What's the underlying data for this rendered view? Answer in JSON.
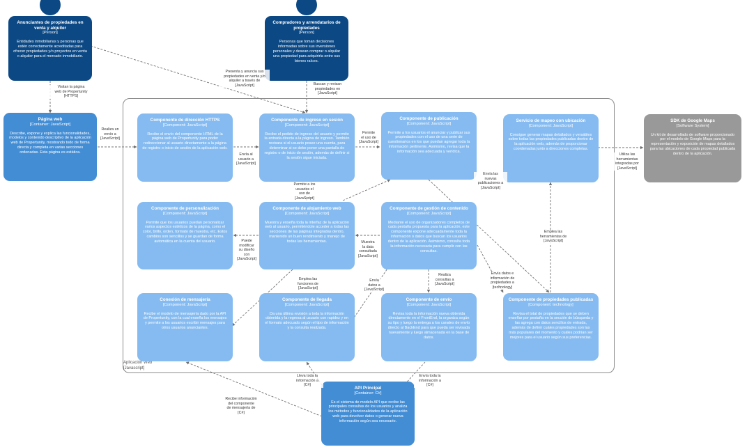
{
  "nodes": {
    "anunciantes": {
      "title": "Anunciantes de propiedades en venta y alquiler",
      "type": "[Person]",
      "desc": "Entidades inmobiliarias y personas que estén correctamente acreditadas para ofrecer propiedades y/o proyectos en venta o alquiler para el mercado inmobiliario."
    },
    "compradores": {
      "title": "Compradores y arrendatarios de propiedades",
      "type": "[Person]",
      "desc": "Personas que toman decisiones informadas sobre sus inversiones personales y desean comprar o alquilar una propiedad para adquirirla entre sus bienes raíces."
    },
    "pagina_web": {
      "title": "Página web",
      "type": "[Container: JavaScript]",
      "desc": "Describe, expone y explica las funcionalidades, modelos y contenido descriptivo de la aplicación web de Propertunity, mostrando todo de forma directa y completa en varias secciones ordenadas. Esta página es estática."
    },
    "direccion_http": {
      "title": "Componente de dirección HTTPS",
      "type": "[Component: JavaScript]",
      "desc": "Recibe el envío del componente HTML de la página web de Propertunity para poder redireccionar al usuario directamente a la página de registro o inicio de sesión de la aplicación web."
    },
    "ingreso_sesion": {
      "title": "Componente de ingreso en sesión",
      "type": "[Component: JavaScript]",
      "desc": "Recibe el pedido de ingreso del usuario y permite la entrada directa a la página de ingreso. También revisara si el usuario posee una cuenta, para determinar si se debe poner una pantalla de registro o de inicio de sesión, además de definir si la sesión sigue iniciada."
    },
    "publicacion": {
      "title": "Componente de publicación",
      "type": "[Component: JavaScript]",
      "desc": "Permite a los usuarios el anunciar y publicar sus propiedades con el uso de una serie de cuestionarios en los que puedan agregar toda la información pertinente. Asimismo, revisa que la información sea adecuada y verídica."
    },
    "mapeo": {
      "title": "Servicio de mapeo con ubicación",
      "type": "[Component: JavaScript]",
      "desc": "Consigue generar mapas detallados y versátiles sobre todas las propiedades publicadas dentro de la aplicación web, además de proporcionar coordenadas junto a direcciones completas."
    },
    "google_maps": {
      "title": "SDK de Google Maps",
      "type": "[Software System]",
      "desc": "Un kit de desarrollado de software proporcionado por el modelo de Google Maps para la representación y exposición de mapas detallados para las ubicaciones de cada propiedad publicada dentro de la aplicación."
    },
    "personalizacion": {
      "title": "Componente de personalización",
      "type": "[Component: JavaScript]",
      "desc": "Permite que los usuarios puedan personalizar varios aspectos estéticos de la página, como el color, brillo, orden, formato de muestra, etc. Estos cambios son sencillos y se guardan de forma automática en la cuenta del usuario."
    },
    "alojamiento": {
      "title": "Componente de alojamiento web",
      "type": "[Component: JavaScript]",
      "desc": "Muestra y enseña toda la interfaz de la aplicación web al usuario, permitiéndole acceder a todas las secciones de las páginas integradas dentro, mantenido un buen rendimiento y manejo de todas las herramientas."
    },
    "gestion": {
      "title": "Componente de gestión de contenido",
      "type": "[Component: JavaScript]",
      "desc": "Mediante el uso de organizadores completos de cada pestaña propuesta para la aplicación, este componente expone adecuadamente toda la información o datos que buscan los usuarios dentro de la aplicación. Asimismo, consulta toda la información necesaria para cumplir con las consultas."
    },
    "mensajeria": {
      "title": "Conexión de mensajería",
      "type": "[Component: JavaScript]",
      "desc": "Recibe el modelo de mensajería dado por la API de Propertunity, con la cual enseña los mensajes y permite a los usuarios escribir mensajes para otros usuarios anunciantes."
    },
    "llegada": {
      "title": "Componente de llegada",
      "type": "[Component: JavaScript]",
      "desc": "Da una última revisión a toda la información obtenida y la regresa al usuario con rapidez y en el formato adecuado según el tipo de información y la consulta realizada."
    },
    "envio": {
      "title": "Componente de envío",
      "type": "[Component: JavaScript]",
      "desc": "Revisa toda la información nueva obtenida directamente en el FrontEnd, la organiza según su tipo y luego la entrega a los canales de envío directo al BackEnd para que pueda ser revisada nuevamente y luego almacenada en la base de datos."
    },
    "propiedades": {
      "title": "Componente de propiedades publicadas",
      "type": "[Component: technology]",
      "desc": "Revisa el total de propiedades que se deben enseñar por pestaña en la sección de búsqueda y las agrega con datos sencillos de entrada, además de definir cuáles propiedades son las más populares del momento y cuáles podrían ser mejores para el usuario según sus preferencias."
    },
    "api": {
      "title": "API Principal",
      "type": "[Container: C#]",
      "desc": "Es el sistema de modelo API que recibe las principales consultas de los usuarios y analiza los métodos y funcionalidades de la aplicación web para devolver datos o generar nueva información según sea necesario."
    }
  },
  "edges": {
    "e1": [
      "Visitan la página",
      "web de Propertunity",
      "[HTTPS]"
    ],
    "e2": [
      "Presenta y anuncia sus",
      "propiedades en venta y/o",
      "alquiler a través de",
      "[JavaScript]"
    ],
    "e3": [
      "Buscan y revisan",
      "propiedades en",
      "[JavaScript]"
    ],
    "e4": [
      "Realiza un",
      "envío a",
      "[JavaScript]"
    ],
    "e5": [
      "Envía al",
      "usuario a",
      "[JavaScript]"
    ],
    "e6": [
      "Permite",
      "el uso de",
      "[JavaScript]"
    ],
    "e7": [
      "Utiliza las",
      "herramientas",
      "integradas por",
      "[JavaScript]"
    ],
    "e8": [
      "Envía las",
      "nuevas",
      "publicaciones a",
      "[JavaScript]"
    ],
    "e9": [
      "Permite a los",
      "usuarios el",
      "uso de",
      "[JavaScript]"
    ],
    "e10": [
      "Puede",
      "modificar",
      "su diseño",
      "con",
      "[JavaScript]"
    ],
    "e11": [
      "Muestra",
      "la data",
      "consultada",
      "[JavaScript]"
    ],
    "e12": [
      "Emplea las",
      "herramientas de",
      "[JavaScript]"
    ],
    "e13": [
      "Emplea las",
      "funciones de",
      "[JavaScript]"
    ],
    "e14": [
      "Envía",
      "datos a",
      "[JavaScript]"
    ],
    "e15": [
      "Realiza",
      "consultas a",
      "[JavaScript]"
    ],
    "e16": [
      "Envía datos e",
      "información de",
      "propiedades a",
      "[technology]"
    ],
    "e17": [
      "Lleva toda la",
      "información a",
      "[C#]"
    ],
    "e18": [
      "Envía toda la",
      "información a",
      "[C#]"
    ],
    "e19": [
      "Recibe información",
      "del componente",
      "de mensajería de",
      "[C#]"
    ]
  },
  "boundary": {
    "name": "Aplicación Web",
    "type": "[Javascript]"
  }
}
